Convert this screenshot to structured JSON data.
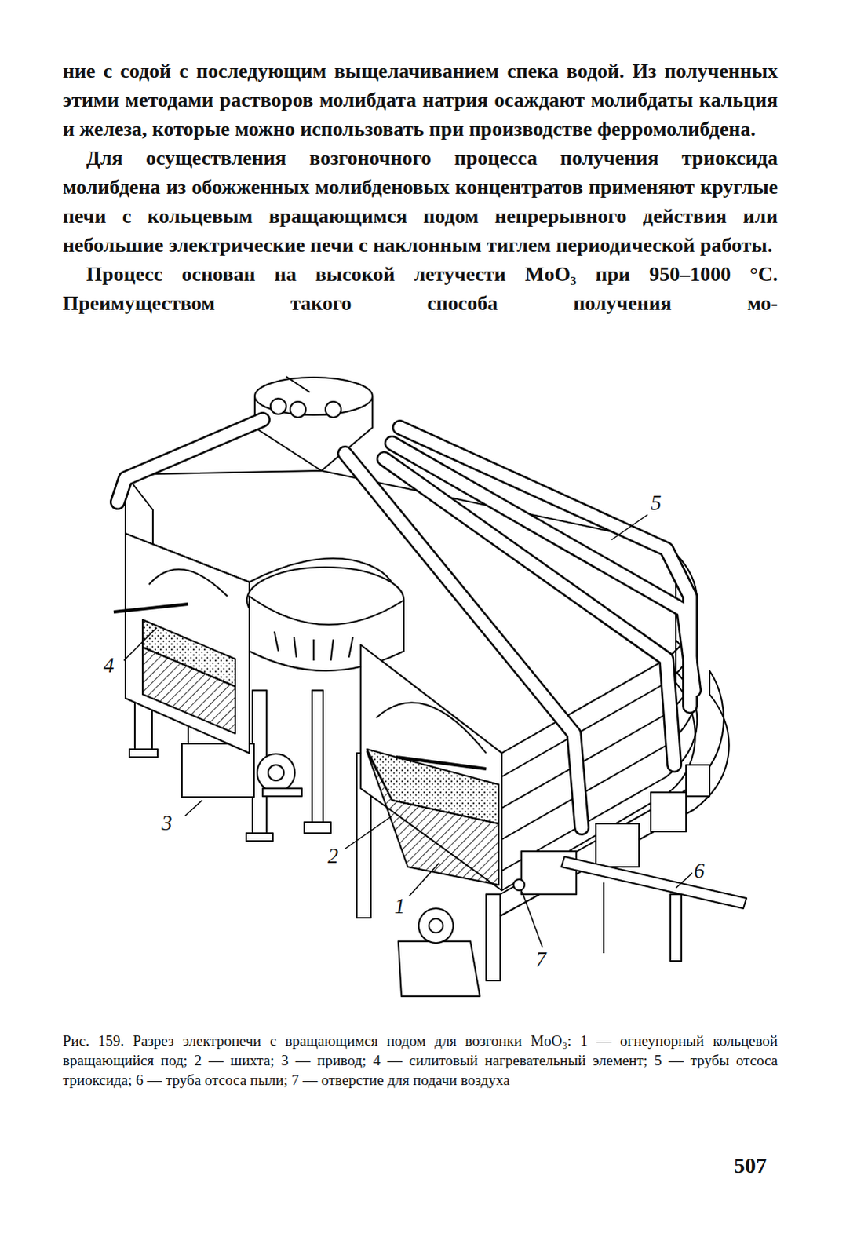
{
  "diagram": {
    "caption": "Рис. 159. Разрез электропечи с вращающимся подом для возгонки MoO₃: 1 — огнеупорный кольцевой вращающийся под; 2 — шихта; 3 — привод; 4 — силитовый нагревательный элемент; 5 — трубы отсоса триоксида; 6 — труба отсоса пыли; 7 — отверстие для подачи воздуха",
    "labels": [
      "ние с содой с последующим выщелачиванием спека водой. Из полученных этими методами растворов молибдата натрия осаждают молибдаты кальция и железа, которые можно использовать при производстве ферромолибдена.",
      "Для осуществления возгоночного процесса получения триоксида молибдена из обожженных молибденовых концентратов применяют круглые печи с кольцевым вращающимся подом непрерывного действия или небольшие электрические печи с наклонным тиглем периодической работы.",
      "Процесс основан на высокой летучести MoO₃ при 950–1000 °C. Преимуществом такого способа получения мо-",
      "5",
      "4",
      "3",
      "2",
      "1",
      "7",
      "6",
      "507"
    ]
  }
}
